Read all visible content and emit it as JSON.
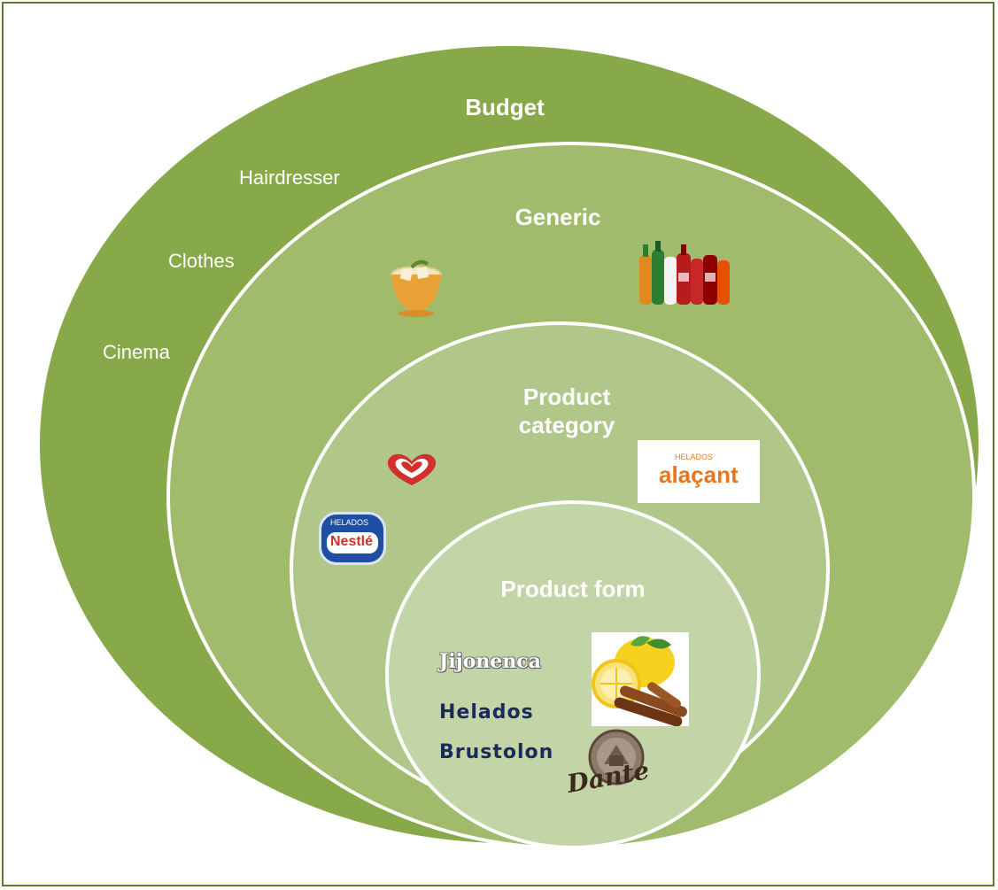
{
  "levels": {
    "budget": {
      "title": "Budget",
      "items": [
        "Hairdresser",
        "Clothes",
        "Cinema"
      ]
    },
    "generic": {
      "title": "Generic"
    },
    "product_category": {
      "title_line1": "Product",
      "title_line2": "category"
    },
    "product_form": {
      "title": "Product form"
    }
  },
  "brands": {
    "alacant_small": "HELADOS",
    "alacant_name": "alaçant",
    "nestle_small": "HELADOS",
    "nestle_name": "Nestlé",
    "jijonenca": "Jijonenca",
    "helados": "Helados",
    "brustolon": "Brustolon",
    "dante": "Dante"
  },
  "icons": [
    "iced-tea-icon",
    "soft-drink-bottles-icon",
    "heart-brand-logo-icon",
    "nestle-logo-icon",
    "alacant-logo-icon",
    "lemon-cinnamon-icon",
    "dante-logo-icon"
  ],
  "colors": {
    "budget_ring": "#87a94a",
    "generic_ring": "#a0bb6c",
    "category_ring": "#b1c789",
    "form_ring": "#c3d4a6",
    "border": "#5f7a2e",
    "brand_navy": "#1c2a5a"
  }
}
